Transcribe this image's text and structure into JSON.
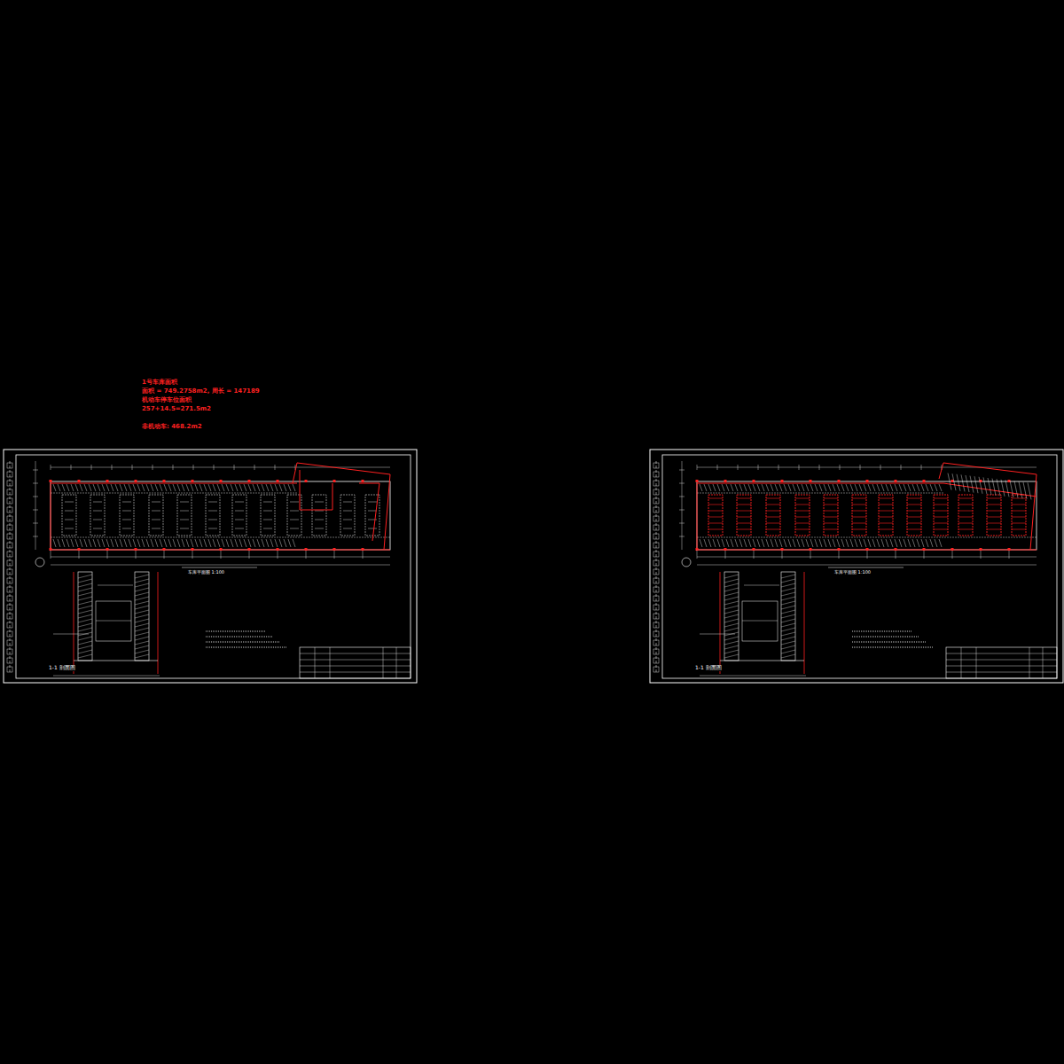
{
  "diagram": {
    "labels": [
      "1号车库面积",
      "面积 = 749.2758m2, 周长 = 147189",
      "机动车停车位面积",
      "257+14.5=271.5m2",
      "非机动车: 468.2m2",
      "车库平面图 1:100",
      "1-1 剖面图",
      "车库平面图 1:100",
      "1-1 剖面图"
    ]
  }
}
